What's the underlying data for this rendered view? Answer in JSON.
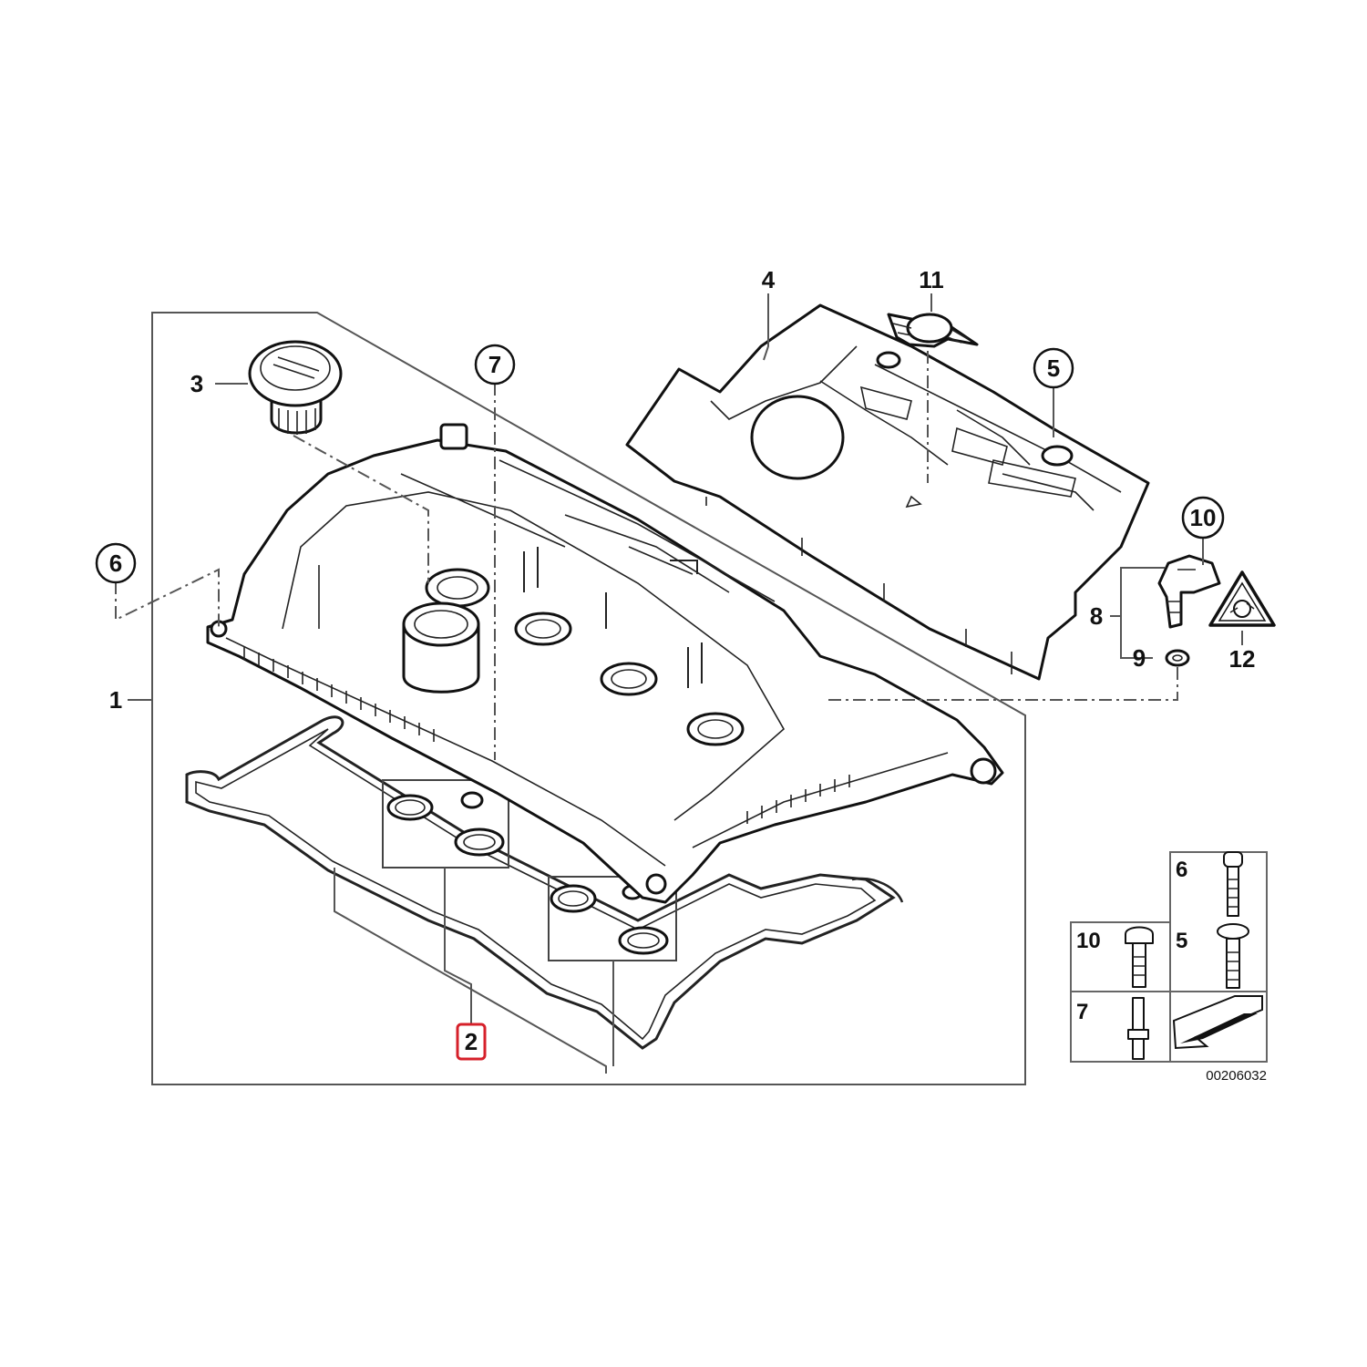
{
  "labels": {
    "p1": "1",
    "p2": "2",
    "p3": "3",
    "p4": "4",
    "p5": "5",
    "p6": "6",
    "p7": "7",
    "p8": "8",
    "p9": "9",
    "p10": "10",
    "p11": "11",
    "p12": "12"
  },
  "fastener_table": {
    "cells": [
      "6",
      "10",
      "5",
      "7"
    ]
  },
  "diagram_code": "00206032",
  "highlight_color": "#d6202a"
}
